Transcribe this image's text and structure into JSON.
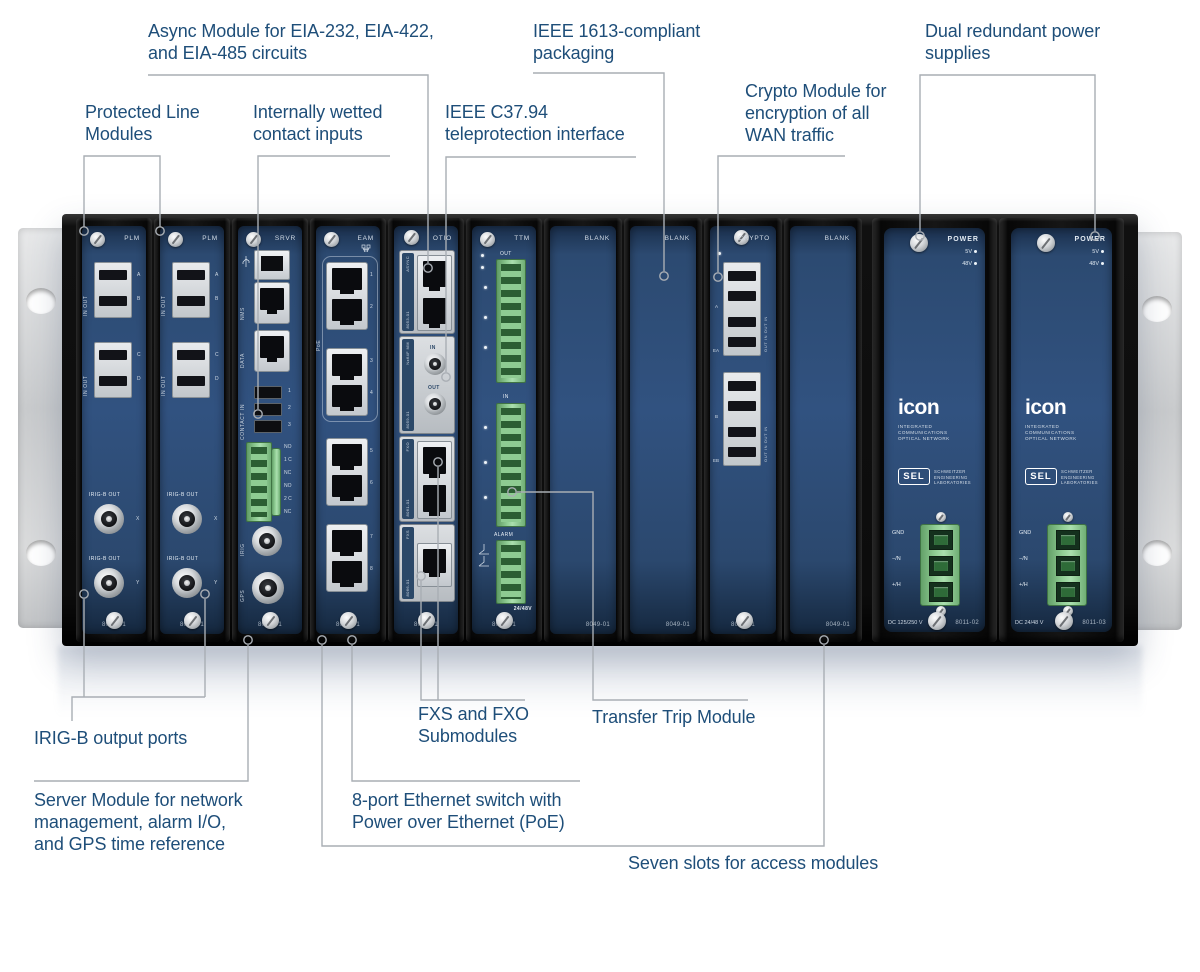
{
  "callouts": {
    "async": "Async Module for EIA-232, EIA-422,\nand EIA-485 circuits",
    "ieee1613": "IEEE 1613-compliant\npackaging",
    "dual_power": "Dual redundant power\nsupplies",
    "protected_line": "Protected Line\nModules",
    "wetted_contact": "Internally wetted\ncontact inputs",
    "c3794": "IEEE C37.94\nteleprotection interface",
    "crypto": "Crypto Module for\nencryption of all\nWAN traffic",
    "irigb": "IRIG-B output ports",
    "server": "Server Module for network\nmanagement, alarm I/O,\nand GPS time reference",
    "fxs_fxo": "FXS and FXO\nSubmodules",
    "eth8": "8-port Ethernet switch with\nPower over Ethernet (PoE)",
    "transfer_trip": "Transfer Trip Module",
    "seven_slots": "Seven slots for access modules"
  },
  "colors": {
    "callout_text": "#1e4e79",
    "leader_line": "#a9aeb4",
    "panel_blue": "#2e4d74",
    "terminal_green": "#8ecb92",
    "chassis_black": "#0c0c0c"
  },
  "modules": {
    "plm": {
      "name": "PLM",
      "in_out": "IN OUT",
      "sfp1": [
        "A",
        "B"
      ],
      "sfp2": [
        "C",
        "D"
      ],
      "irig_out": "IRIG-B OUT",
      "x": "X",
      "y": "Y",
      "part": "8023-01"
    },
    "srvr": {
      "name": "SRVR",
      "nms": "NMS",
      "data": "DATA",
      "contact": "CONTACT IN",
      "contact_ports": [
        "1",
        "2",
        "3"
      ],
      "relay": [
        "NO",
        "1 C",
        "NC",
        "NO",
        "2 C",
        "NC"
      ],
      "irig": "IRIG",
      "gps": "GPS",
      "part": "8030-01"
    },
    "eam": {
      "name": "EAM",
      "poe": "PoE",
      "ports": [
        "1",
        "2",
        "3",
        "4",
        "5",
        "6",
        "7",
        "8"
      ],
      "part": "8035-01"
    },
    "otio": {
      "name": "OTIO",
      "part": "8050-01",
      "subs": [
        {
          "name": "ASYNC",
          "part": "8053-01"
        },
        {
          "name": "Nx64F MM",
          "part": "8059-01",
          "in": "IN",
          "out": "OUT"
        },
        {
          "name": "FXO",
          "part": "8061-01"
        },
        {
          "name": "FXS",
          "part": "8066-01"
        }
      ]
    },
    "ttm": {
      "name": "TTM",
      "out": "OUT",
      "in": "IN",
      "alarm": "ALARM",
      "voltage": "24/48V",
      "part": "8041-01"
    },
    "blank": {
      "name": "BLANK",
      "part": "8049-01"
    },
    "crypto": {
      "name": "CRYPTO",
      "port_labels": "OUT IN OUT IN",
      "a": "A",
      "ea": "EA",
      "b": "B",
      "eb": "EB",
      "part": "8029-01"
    },
    "power1": {
      "name": "POWER",
      "led5": "5V",
      "led48": "48V",
      "logo": "icon",
      "logo_sub": "INTEGRATED\nCOMMUNICATIONS\nOPTICAL NETWORK",
      "sel": "SEL",
      "sel_sub": "SCHWEITZER\nENGINEERING\nLABORATORIES",
      "gnd": "GND",
      "neg": "−/N",
      "pos": "+/H",
      "rating": "DC 125/250 V",
      "part": "8011-02"
    },
    "power2": {
      "name": "POWER",
      "led5": "5V",
      "led48": "48V",
      "logo": "icon",
      "logo_sub": "INTEGRATED\nCOMMUNICATIONS\nOPTICAL NETWORK",
      "sel": "SEL",
      "sel_sub": "SCHWEITZER\nENGINEERING\nLABORATORIES",
      "gnd": "GND",
      "neg": "−/N",
      "pos": "+/H",
      "rating": "DC 24/48 V",
      "part": "8011-03"
    }
  }
}
